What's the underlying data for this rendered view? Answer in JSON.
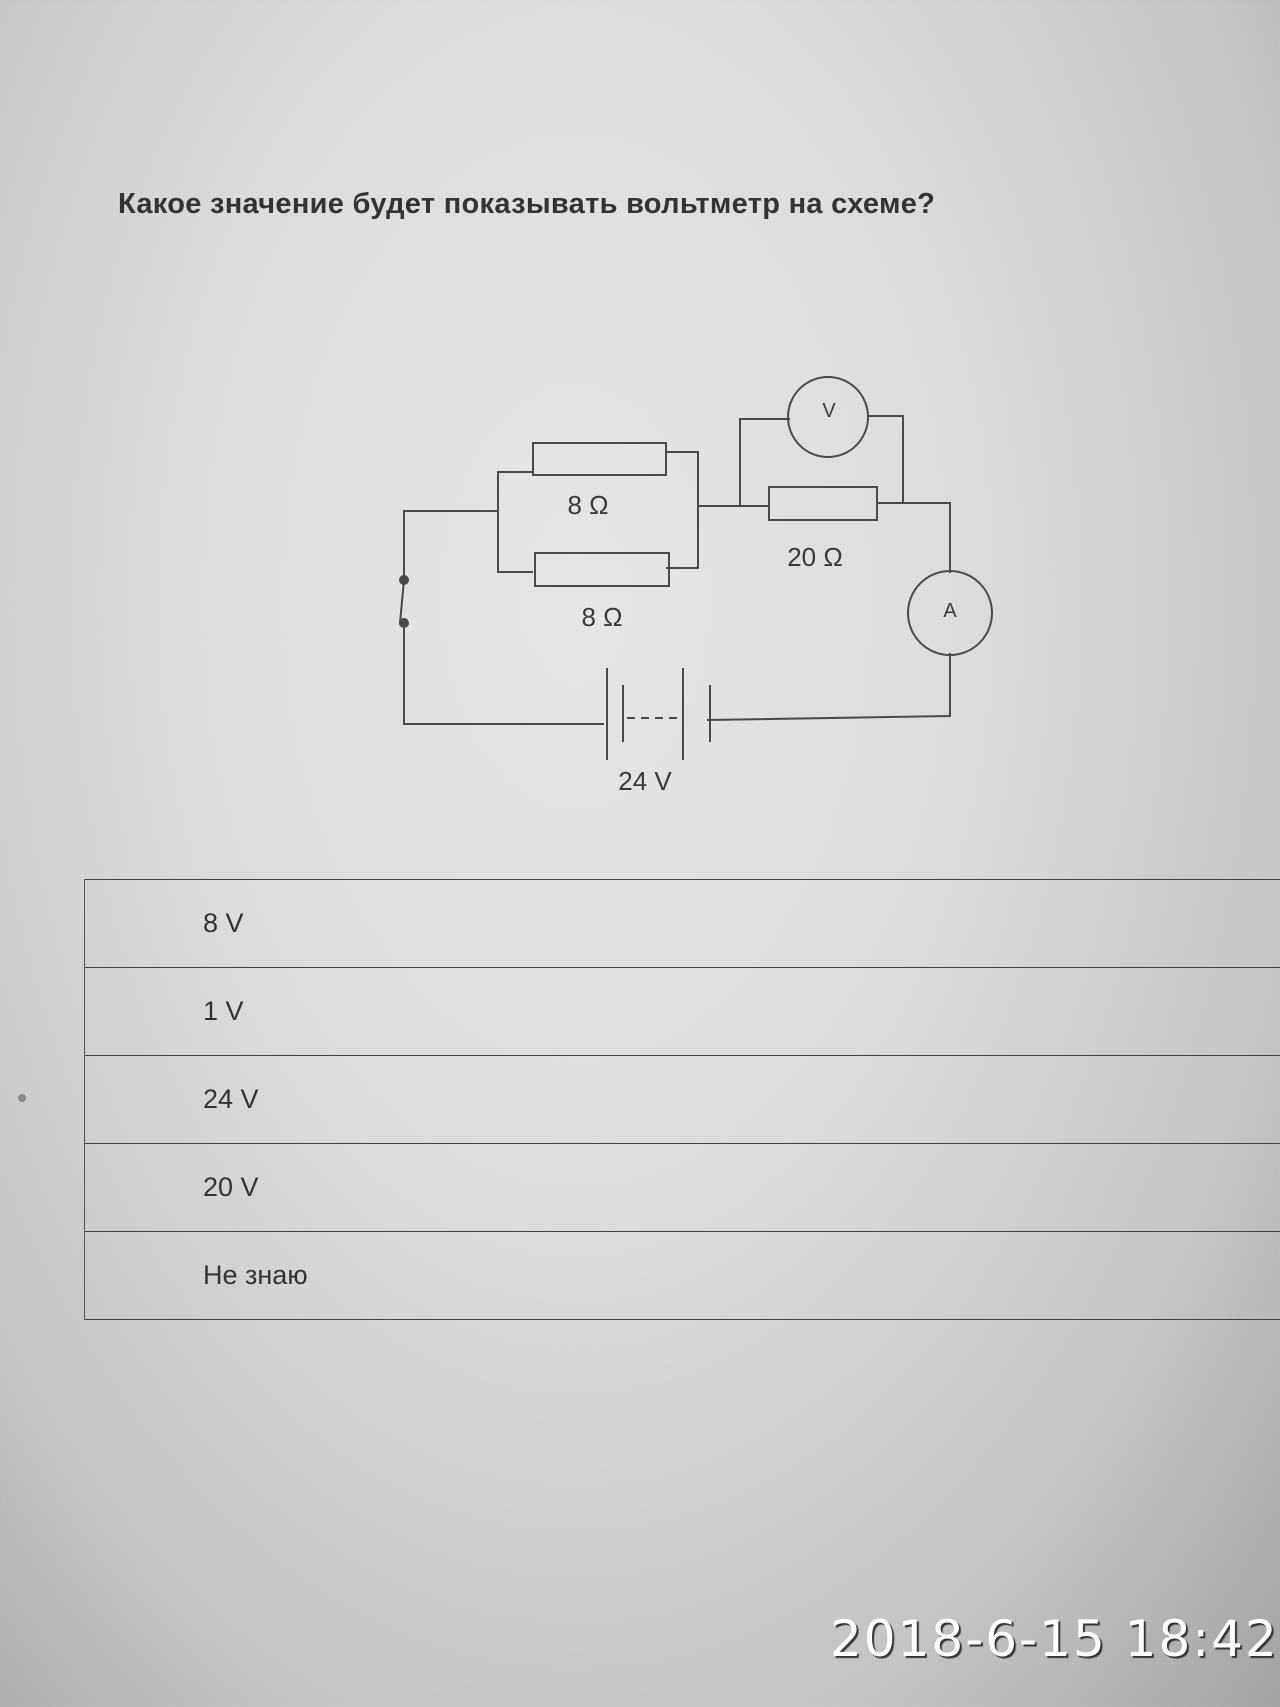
{
  "question": "Какое значение будет показывать вольтметр на схеме?",
  "circuit": {
    "resistor_top": "8 Ω",
    "resistor_bottom": "8 Ω",
    "resistor_series": "20 Ω",
    "voltmeter": "V",
    "ammeter": "A",
    "battery": "24 V"
  },
  "answers": [
    "8 V",
    "1 V",
    "24 V",
    "20 V",
    "Не знаю"
  ],
  "timestamp": "2018-6-15 18:42"
}
